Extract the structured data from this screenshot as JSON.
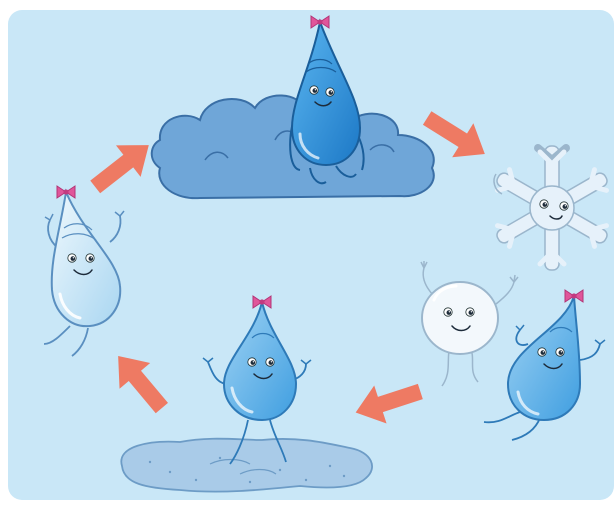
{
  "scene": {
    "background_color": "#c9e7f7",
    "arrow_color": "#ee7a63",
    "bow_color": "#e0559a",
    "cloud_color": "#6fa6d8",
    "puddle_color": "#a9cbe8",
    "drop_colors": {
      "dark": "#2a8fd9",
      "medium": "#69b7ea",
      "light": "#cfe9f7"
    },
    "stages": [
      {
        "id": "cloud",
        "icon": "droplet-on-cloud"
      },
      {
        "id": "snowflake",
        "icon": "snowflake"
      },
      {
        "id": "snowball",
        "icon": "snowball"
      },
      {
        "id": "drop-falling",
        "icon": "droplet"
      },
      {
        "id": "puddle",
        "icon": "droplet-in-puddle"
      },
      {
        "id": "vapour",
        "icon": "rising-droplet"
      }
    ],
    "arrow_count": 4
  }
}
